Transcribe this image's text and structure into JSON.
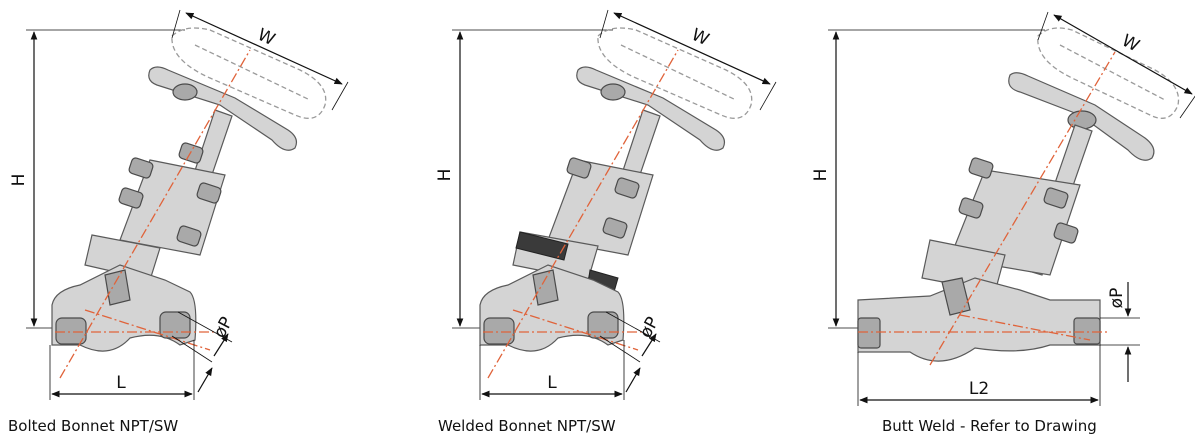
{
  "colors": {
    "centerline": "#e0633a",
    "body": "#d4d4d4",
    "outline": "#5a5a5a",
    "dimension": "#111111"
  },
  "panels": [
    {
      "id": "bolted",
      "caption": "Bolted Bonnet NPT/SW",
      "labels": {
        "height": "H",
        "handwheel": "W",
        "length": "L",
        "port": "øP"
      }
    },
    {
      "id": "welded",
      "caption": "Welded Bonnet NPT/SW",
      "labels": {
        "height": "H",
        "handwheel": "W",
        "length": "L",
        "port": "øP"
      }
    },
    {
      "id": "buttweld",
      "caption": "Butt Weld - Refer to Drawing",
      "labels": {
        "height": "H",
        "handwheel": "W",
        "length": "L2",
        "port": "øP"
      }
    }
  ]
}
